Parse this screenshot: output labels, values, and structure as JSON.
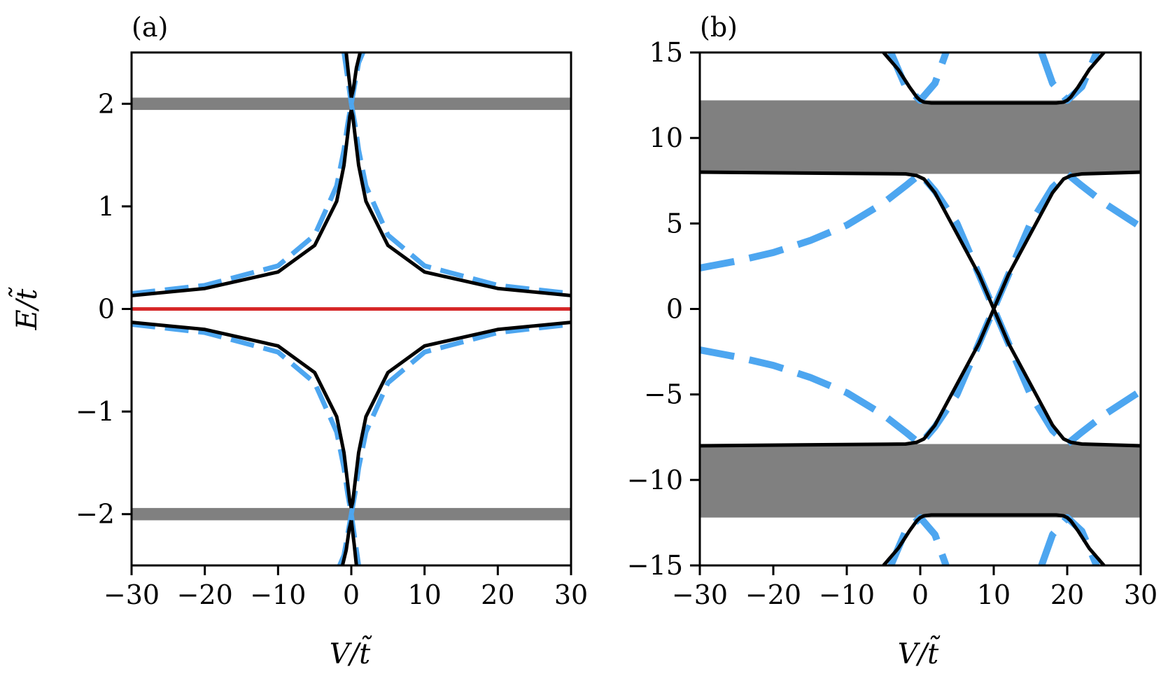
{
  "chart_data": [
    {
      "type": "line",
      "panel_label": "(a)",
      "xlabel": "V/t̃",
      "ylabel": "E/t̃",
      "xlim": [
        -30,
        30
      ],
      "ylim": [
        -2.5,
        2.5
      ],
      "xticks": [
        -30,
        -20,
        -10,
        0,
        10,
        20,
        30
      ],
      "xtick_labels": [
        "−30",
        "−20",
        "−10",
        "0",
        "10",
        "20",
        "30"
      ],
      "yticks": [
        -2,
        -1,
        0,
        1,
        2
      ],
      "ytick_labels": [
        "−2",
        "−1",
        "0",
        "1",
        "2"
      ],
      "grid": false,
      "colors": {
        "solid": "#000000",
        "dashed": "#4da6f0",
        "zero": "#d62728",
        "band": "#808080"
      },
      "bands": [
        {
          "ymin": 1.94,
          "ymax": 2.06
        },
        {
          "ymin": -2.06,
          "ymax": -1.94
        }
      ],
      "series": [
        {
          "style": "solid",
          "x": [
            -30,
            -20,
            -10,
            -5,
            -2,
            -1,
            -0.5,
            -0.2,
            0
          ],
          "y": [
            0.13,
            0.2,
            0.36,
            0.62,
            1.05,
            1.4,
            1.7,
            1.88,
            1.94
          ]
        },
        {
          "style": "solid",
          "x": [
            0,
            0.2,
            0.5,
            1,
            2,
            5,
            10,
            20,
            30
          ],
          "y": [
            1.94,
            1.88,
            1.7,
            1.4,
            1.05,
            0.62,
            0.36,
            0.2,
            0.13
          ]
        },
        {
          "style": "solid",
          "x": [
            -30,
            -20,
            -10,
            -5,
            -2,
            -1,
            -0.5,
            -0.2,
            0
          ],
          "y": [
            -0.13,
            -0.2,
            -0.36,
            -0.62,
            -1.05,
            -1.4,
            -1.7,
            -1.88,
            -1.94
          ]
        },
        {
          "style": "solid",
          "x": [
            0,
            0.2,
            0.5,
            1,
            2,
            5,
            10,
            20,
            30
          ],
          "y": [
            -1.94,
            -1.88,
            -1.7,
            -1.4,
            -1.05,
            -0.62,
            -0.36,
            -0.2,
            -0.13
          ]
        },
        {
          "style": "solid",
          "x": [
            0,
            0.3,
            0.7,
            1.2
          ],
          "y": [
            2.06,
            2.15,
            2.35,
            2.5
          ]
        },
        {
          "style": "solid",
          "x": [
            -0.7,
            -0.4,
            0
          ],
          "y": [
            2.5,
            2.3,
            2.06
          ]
        },
        {
          "style": "solid",
          "x": [
            0,
            0.4,
            0.7
          ],
          "y": [
            -2.06,
            -2.3,
            -2.5
          ]
        },
        {
          "style": "solid",
          "x": [
            -1.2,
            -0.7,
            -0.3,
            0
          ],
          "y": [
            -2.5,
            -2.35,
            -2.15,
            -2.06
          ]
        },
        {
          "style": "dashed",
          "x": [
            -30,
            -20,
            -10,
            -5,
            -2,
            -1,
            -0.5,
            0
          ],
          "y": [
            0.15,
            0.23,
            0.42,
            0.72,
            1.2,
            1.55,
            1.8,
            2.0
          ]
        },
        {
          "style": "dashed",
          "x": [
            0,
            0.5,
            1,
            2,
            5,
            10,
            20,
            30
          ],
          "y": [
            2.0,
            1.8,
            1.55,
            1.2,
            0.72,
            0.42,
            0.23,
            0.15
          ]
        },
        {
          "style": "dashed",
          "x": [
            -30,
            -20,
            -10,
            -5,
            -2,
            -1,
            -0.5,
            0
          ],
          "y": [
            -0.15,
            -0.23,
            -0.42,
            -0.72,
            -1.2,
            -1.55,
            -1.8,
            -2.0
          ]
        },
        {
          "style": "dashed",
          "x": [
            0,
            0.5,
            1,
            2,
            5,
            10,
            20,
            30
          ],
          "y": [
            -2.0,
            -1.8,
            -1.55,
            -1.2,
            -0.72,
            -0.42,
            -0.23,
            -0.15
          ]
        },
        {
          "style": "dashed",
          "x": [
            0,
            0.5,
            1.0,
            1.6
          ],
          "y": [
            2.0,
            2.2,
            2.4,
            2.5
          ]
        },
        {
          "style": "dashed",
          "x": [
            -1.0,
            -0.5,
            0
          ],
          "y": [
            2.5,
            2.25,
            2.0
          ]
        },
        {
          "style": "dashed",
          "x": [
            0,
            0.5,
            1.0
          ],
          "y": [
            -2.0,
            -2.25,
            -2.5
          ]
        },
        {
          "style": "dashed",
          "x": [
            -1.6,
            -1.0,
            -0.5,
            0
          ],
          "y": [
            -2.5,
            -2.4,
            -2.2,
            -2.0
          ]
        },
        {
          "style": "zero",
          "x": [
            -30,
            30
          ],
          "y": [
            0,
            0
          ]
        }
      ]
    },
    {
      "type": "line",
      "panel_label": "(b)",
      "xlabel": "V/t̃",
      "ylabel": "",
      "xlim": [
        -30,
        30
      ],
      "ylim": [
        -15,
        15
      ],
      "xticks": [
        -30,
        -20,
        -10,
        0,
        10,
        20,
        30
      ],
      "xtick_labels": [
        "−30",
        "−20",
        "−10",
        "0",
        "10",
        "20",
        "30"
      ],
      "yticks": [
        -15,
        -10,
        -5,
        0,
        5,
        10,
        15
      ],
      "ytick_labels": [
        "−15",
        "−10",
        "−5",
        "0",
        "5",
        "10",
        "15"
      ],
      "grid": false,
      "colors": {
        "solid": "#000000",
        "dashed": "#4da6f0",
        "band": "#808080"
      },
      "bands": [
        {
          "ymin": 7.9,
          "ymax": 12.2
        },
        {
          "ymin": -12.2,
          "ymax": -7.9
        }
      ],
      "series": [
        {
          "style": "solid",
          "x": [
            -30,
            -2,
            -0.5,
            0.5,
            2,
            8,
            10,
            12,
            18,
            19.5,
            20.5,
            22,
            30
          ],
          "y": [
            8,
            7.9,
            7.8,
            7.6,
            6.8,
            2,
            0,
            -2,
            -6.8,
            -7.6,
            -7.8,
            -7.9,
            -8
          ]
        },
        {
          "style": "solid",
          "x": [
            -30,
            -2,
            -0.5,
            0.5,
            2,
            8,
            10,
            12,
            18,
            19.5,
            20.5,
            22,
            30
          ],
          "y": [
            -8,
            -7.9,
            -7.8,
            -7.6,
            -6.8,
            -2,
            0,
            2,
            6.8,
            7.6,
            7.8,
            7.9,
            8
          ]
        },
        {
          "style": "solid",
          "x": [
            -5,
            -3,
            -1.5,
            -0.5,
            0,
            0.5,
            1.5,
            3,
            17,
            18.5,
            19.5,
            20,
            20.5,
            21.5,
            23,
            25
          ],
          "y": [
            15,
            14,
            13,
            12.4,
            12.2,
            12.1,
            12.05,
            12.05,
            12.05,
            12.05,
            12.1,
            12.2,
            12.4,
            13,
            14,
            15
          ]
        },
        {
          "style": "solid",
          "x": [
            -5,
            -3,
            -1.5,
            -0.5,
            0,
            0.5,
            1.5,
            3,
            17,
            18.5,
            19.5,
            20,
            20.5,
            21.5,
            23,
            25
          ],
          "y": [
            -15,
            -14,
            -13,
            -12.4,
            -12.2,
            -12.1,
            -12.05,
            -12.05,
            -12.05,
            -12.05,
            -12.1,
            -12.2,
            -12.4,
            -13,
            -14,
            -15
          ]
        },
        {
          "style": "dashed",
          "x": [
            -30,
            -25,
            -20,
            -15,
            -10,
            -5,
            -2,
            0,
            2,
            5,
            8,
            10,
            12,
            15,
            18,
            20,
            22,
            25,
            30
          ],
          "y": [
            2.4,
            2.8,
            3.3,
            4,
            4.9,
            6.2,
            7.2,
            7.9,
            6.9,
            5,
            2,
            0,
            -2,
            -5,
            -7.1,
            -7.9,
            -7.2,
            -6.2,
            -4.8
          ]
        },
        {
          "style": "dashed",
          "x": [
            -30,
            -25,
            -20,
            -15,
            -10,
            -5,
            -2,
            0,
            2,
            5,
            8,
            10,
            12,
            15,
            18,
            20,
            22,
            25,
            30
          ],
          "y": [
            -2.4,
            -2.8,
            -3.3,
            -4,
            -4.9,
            -6.2,
            -7.2,
            -7.9,
            -6.9,
            -5,
            -2,
            0,
            2,
            5,
            7.1,
            7.9,
            7.2,
            6.2,
            4.8
          ]
        },
        {
          "style": "dashed",
          "x": [
            -4,
            -2,
            0,
            2,
            3.5
          ],
          "y": [
            15,
            13,
            12.2,
            13.2,
            15
          ]
        },
        {
          "style": "dashed",
          "x": [
            16.5,
            18,
            20,
            22,
            24
          ],
          "y": [
            15,
            13.2,
            12.2,
            13,
            15
          ]
        },
        {
          "style": "dashed",
          "x": [
            -4,
            -2,
            0,
            2,
            3.5
          ],
          "y": [
            -15,
            -13,
            -12.2,
            -13.2,
            -15
          ]
        },
        {
          "style": "dashed",
          "x": [
            16.5,
            18,
            20,
            22,
            24
          ],
          "y": [
            -15,
            -13.2,
            -12.2,
            -13,
            -15
          ]
        }
      ]
    }
  ]
}
